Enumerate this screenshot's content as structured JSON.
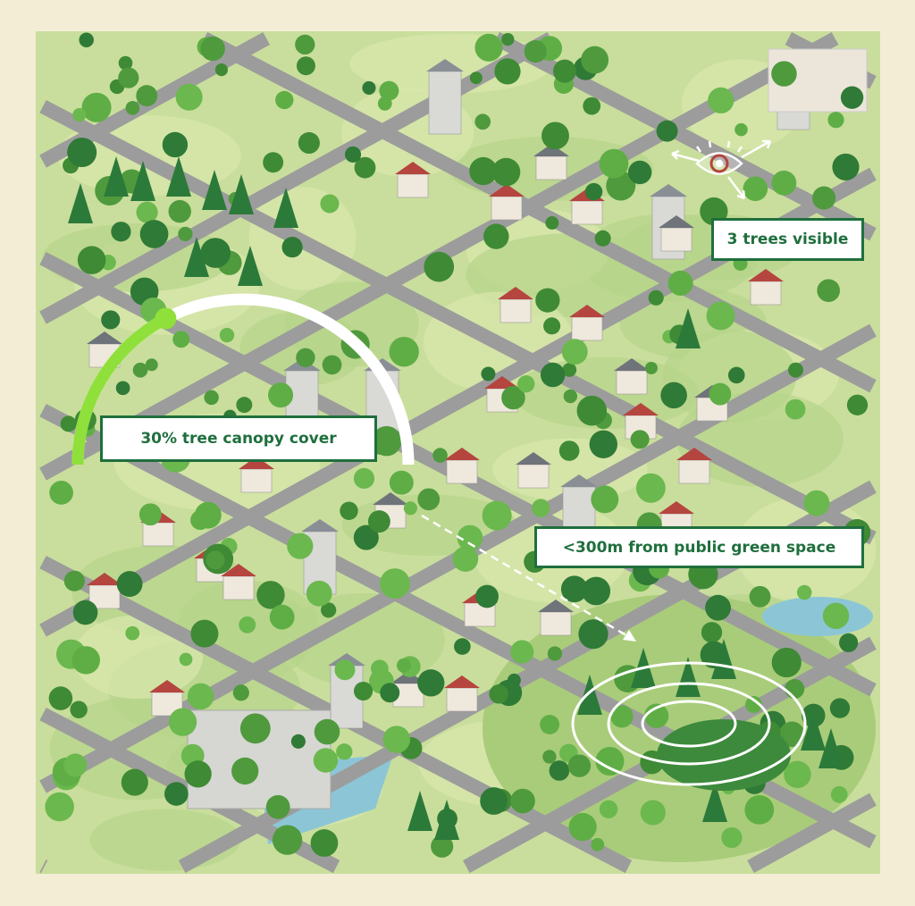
{
  "labels": {
    "trees_visible": "3 trees visible",
    "canopy_cover": "30% tree canopy cover",
    "green_space": "<300m from public green space"
  },
  "canopy_gauge": {
    "percent": 30
  },
  "colors": {
    "frame": "#f3edd6",
    "label_border": "#1f6f3d",
    "label_text": "#1f6f3d",
    "gauge_fill": "#8fe03a",
    "gauge_track": "#ffffff",
    "grass": "#c9de9c",
    "road": "#9c9c9c",
    "roof": "#b5453f",
    "water": "#8cc6d6"
  },
  "icons": [
    "eye-icon",
    "dashed-arrow-icon",
    "concentric-rings-icon"
  ]
}
